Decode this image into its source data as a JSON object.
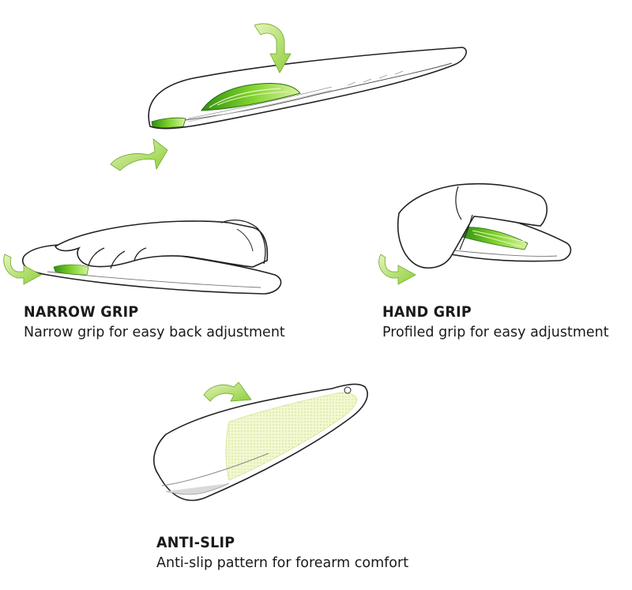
{
  "sections": [
    {
      "id": "narrow-grip",
      "heading": "NARROW GRIP",
      "description": "Narrow grip for easy back adjustment"
    },
    {
      "id": "hand-grip",
      "heading": "HAND GRIP",
      "description": "Profiled grip for easy adjustment"
    },
    {
      "id": "anti-slip",
      "heading": "ANTI-SLIP",
      "description": "Anti-slip pattern for forearm comfort"
    }
  ],
  "colors": {
    "accent_green": "#5cbf1a",
    "light_green": "#c9e58a",
    "outline": "#222222",
    "pattern": "#eef5c8"
  }
}
